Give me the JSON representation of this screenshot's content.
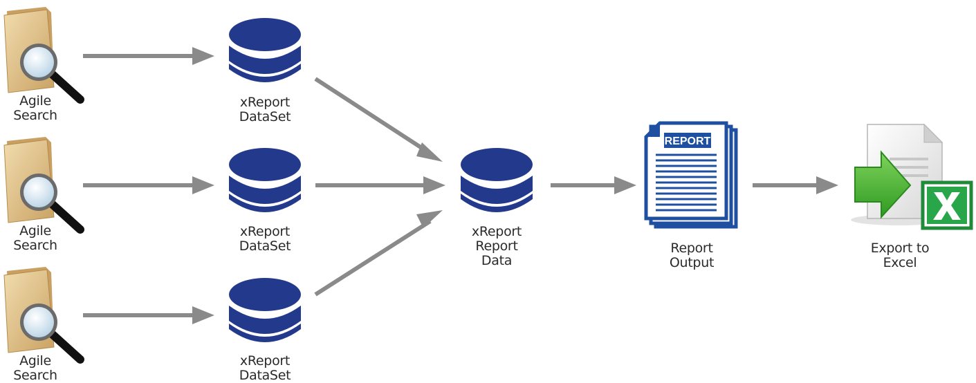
{
  "nodes": {
    "search1": {
      "line1": "Agile",
      "line2": "Search",
      "icon": "folder-search-icon"
    },
    "search2": {
      "line1": "Agile",
      "line2": "Search",
      "icon": "folder-search-icon"
    },
    "search3": {
      "line1": "Agile",
      "line2": "Search",
      "icon": "folder-search-icon"
    },
    "dataset1": {
      "line1": "xReport",
      "line2": "DataSet",
      "icon": "database-icon"
    },
    "dataset2": {
      "line1": "xReport",
      "line2": "DataSet",
      "icon": "database-icon"
    },
    "dataset3": {
      "line1": "xReport",
      "line2": "DataSet",
      "icon": "database-icon"
    },
    "reportdata": {
      "line1": "xReport",
      "line2": "Report",
      "line3": "Data",
      "icon": "database-icon"
    },
    "output": {
      "line1": "Report",
      "line2": "Output",
      "doc_text": "REPORT",
      "icon": "report-document-icon"
    },
    "excel": {
      "line1": "Export to",
      "line2": "Excel",
      "icon": "excel-export-icon"
    }
  },
  "colors": {
    "database": "#233a8c",
    "arrow": "#8a8a8a",
    "report_blue": "#1f4fa0",
    "excel_green": "#1f8a3a",
    "arrow_green": "#4ab534",
    "folder": "#e2c183"
  }
}
